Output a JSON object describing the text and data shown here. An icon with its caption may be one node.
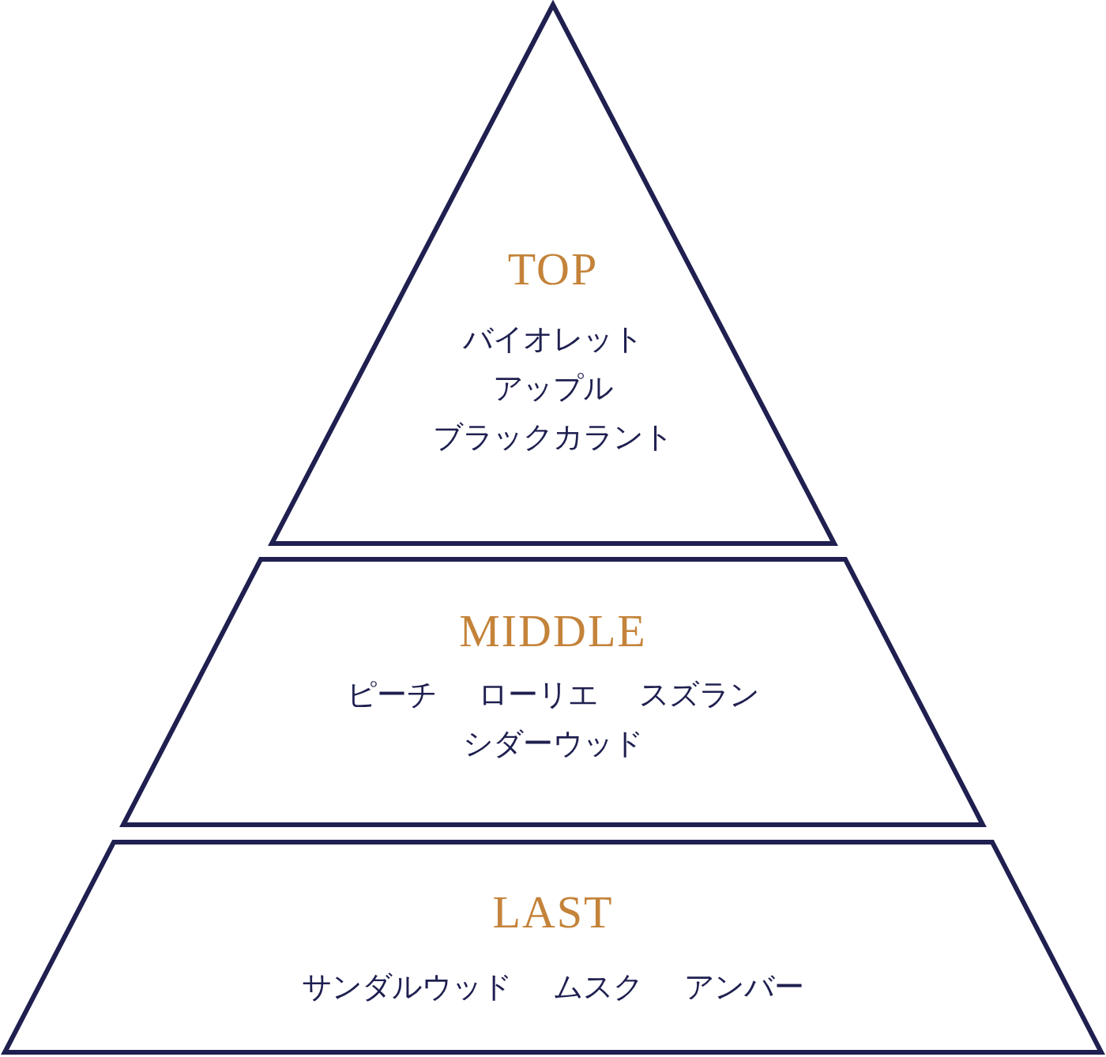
{
  "diagram": {
    "nodes": [
      {
        "text": [
          "TOP",
          "バイオレット",
          "アップル",
          "ブラックカラント"
        ]
      },
      {
        "text": [
          "MIDDLE",
          "ピーチ",
          "ローリエ",
          "スズラン",
          "シダーウッド"
        ]
      },
      {
        "text": [
          "LAST",
          "サンダルウッド",
          "ムスク",
          "アンバー"
        ]
      }
    ]
  }
}
